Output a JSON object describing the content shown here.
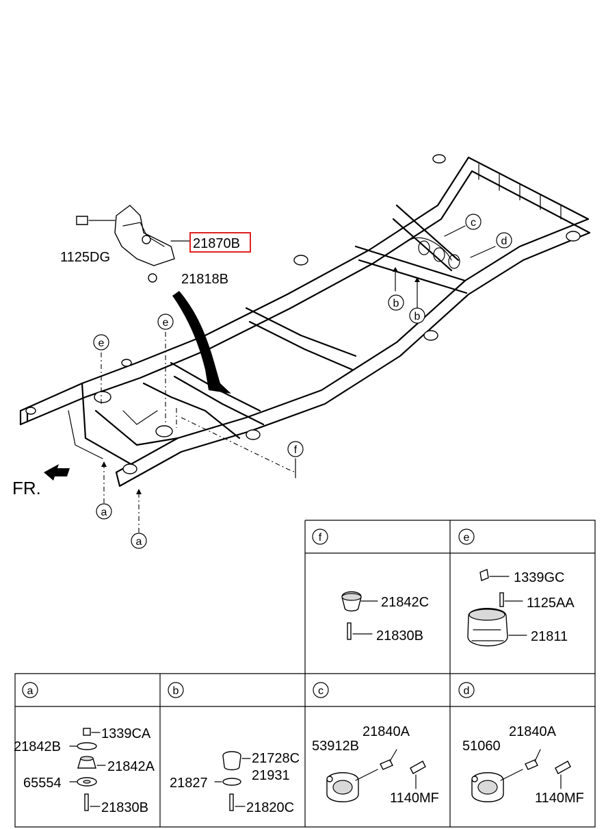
{
  "front_marker": "FR.",
  "main_labels": {
    "bolt_1125dg": "1125DG",
    "bracket_21870b": "21870B",
    "nut_21818b": "21818B"
  },
  "callouts": {
    "c": "c",
    "d": "d",
    "b1": "b",
    "b2": "b",
    "e1": "e",
    "e2": "e",
    "f": "f",
    "a1": "a",
    "a2": "a"
  },
  "highlight_color": "#e02020",
  "panels": {
    "f": {
      "letter": "f",
      "parts": [
        "21842C",
        "21830B"
      ]
    },
    "e": {
      "letter": "e",
      "parts": [
        "1339GC",
        "1125AA",
        "21811"
      ]
    },
    "a": {
      "letter": "a",
      "parts": [
        "1339CA",
        "21842B",
        "21842A",
        "65554",
        "21830B"
      ]
    },
    "b": {
      "letter": "b",
      "parts": [
        "21728C",
        "21931",
        "21827",
        "21820C"
      ]
    },
    "c": {
      "letter": "c",
      "parts": [
        "21840A",
        "53912B",
        "1140MF"
      ]
    },
    "d": {
      "letter": "d",
      "parts": [
        "21840A",
        "51060",
        "1140MF"
      ]
    }
  }
}
